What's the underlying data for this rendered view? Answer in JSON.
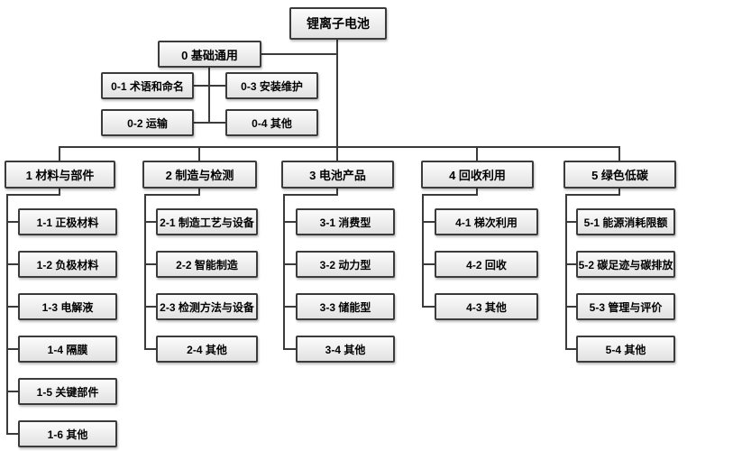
{
  "diagram": {
    "root": {
      "label": "锂离子电池"
    },
    "basic_group": {
      "label": "0 基础通用",
      "children": [
        {
          "label": "0-1 术语和命名"
        },
        {
          "label": "0-2 运输"
        },
        {
          "label": "0-3 安装维护"
        },
        {
          "label": "0-4 其他"
        }
      ]
    },
    "groups": [
      {
        "label": "1 材料与部件",
        "children": [
          {
            "label": "1-1 正极材料"
          },
          {
            "label": "1-2 负极材料"
          },
          {
            "label": "1-3 电解液"
          },
          {
            "label": "1-4 隔膜"
          },
          {
            "label": "1-5 关键部件"
          },
          {
            "label": "1-6 其他"
          }
        ]
      },
      {
        "label": "2 制造与检测",
        "children": [
          {
            "label": "2-1 制造工艺与设备"
          },
          {
            "label": "2-2 智能制造"
          },
          {
            "label": "2-3 检测方法与设备"
          },
          {
            "label": "2-4 其他"
          }
        ]
      },
      {
        "label": "3 电池产品",
        "children": [
          {
            "label": "3-1 消费型"
          },
          {
            "label": "3-2 动力型"
          },
          {
            "label": "3-3 储能型"
          },
          {
            "label": "3-4 其他"
          }
        ]
      },
      {
        "label": "4 回收利用",
        "children": [
          {
            "label": "4-1 梯次利用"
          },
          {
            "label": "4-2 回收"
          },
          {
            "label": "4-3 其他"
          }
        ]
      },
      {
        "label": "5 绿色低碳",
        "children": [
          {
            "label": "5-1 能源消耗限额"
          },
          {
            "label": "5-2 碳足迹与碳排放"
          },
          {
            "label": "5-3 管理与评价"
          },
          {
            "label": "5-4 其他"
          }
        ]
      }
    ],
    "colors": {
      "line": "#3b3b3b",
      "box_border": "#3b3b3b",
      "box_fill_top": "#fcfcfc",
      "box_fill_bottom": "#e2e2e2",
      "text": "#000000",
      "background": "#ffffff"
    }
  }
}
